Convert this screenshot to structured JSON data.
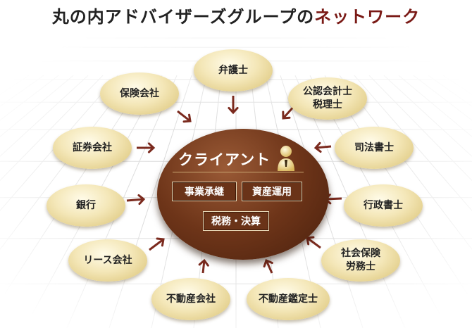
{
  "title": {
    "main": "丸の内アドバイザーズグループの",
    "accent": "ネットワーク"
  },
  "center": {
    "title": "クライアント",
    "tags": [
      "事業承継",
      "資産運用",
      "税務・決算"
    ]
  },
  "partners": [
    {
      "label": "弁護士"
    },
    {
      "label": "公認会計士\n税理士"
    },
    {
      "label": "司法書士"
    },
    {
      "label": "行政書士"
    },
    {
      "label": "社会保険\n労務士"
    },
    {
      "label": "不動産鑑定士"
    },
    {
      "label": "不動産会社"
    },
    {
      "label": "リース会社"
    },
    {
      "label": "銀行"
    },
    {
      "label": "証券会社"
    },
    {
      "label": "保険会社"
    }
  ],
  "colors": {
    "accent": "#7a1a16",
    "arrow": "#7b2a1e",
    "center": "#6e3519",
    "node": "#f4e7b8"
  },
  "icons": {
    "client": "person-icon"
  }
}
